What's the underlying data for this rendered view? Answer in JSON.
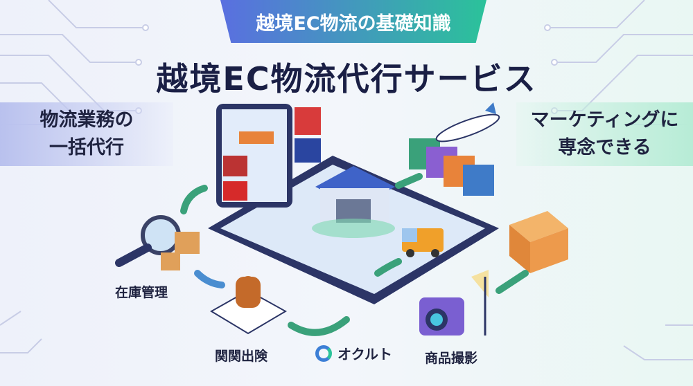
{
  "header": {
    "badge": "越境EC物流の基礎知識",
    "title": "越境EC物流代行サービス"
  },
  "left_panel": {
    "line1": "物流業務の",
    "line2": "一括代行"
  },
  "right_panel": {
    "line1": "マーケティングに",
    "line2": "専念できる"
  },
  "labels": {
    "inventory": "在庫管理",
    "customs": "関関出険",
    "photo": "商品撮影"
  },
  "logo": {
    "name": "オクルト"
  },
  "colors": {
    "accent_blue": "#5a6fe0",
    "accent_green": "#2bc29a",
    "text": "#1a1f45"
  }
}
